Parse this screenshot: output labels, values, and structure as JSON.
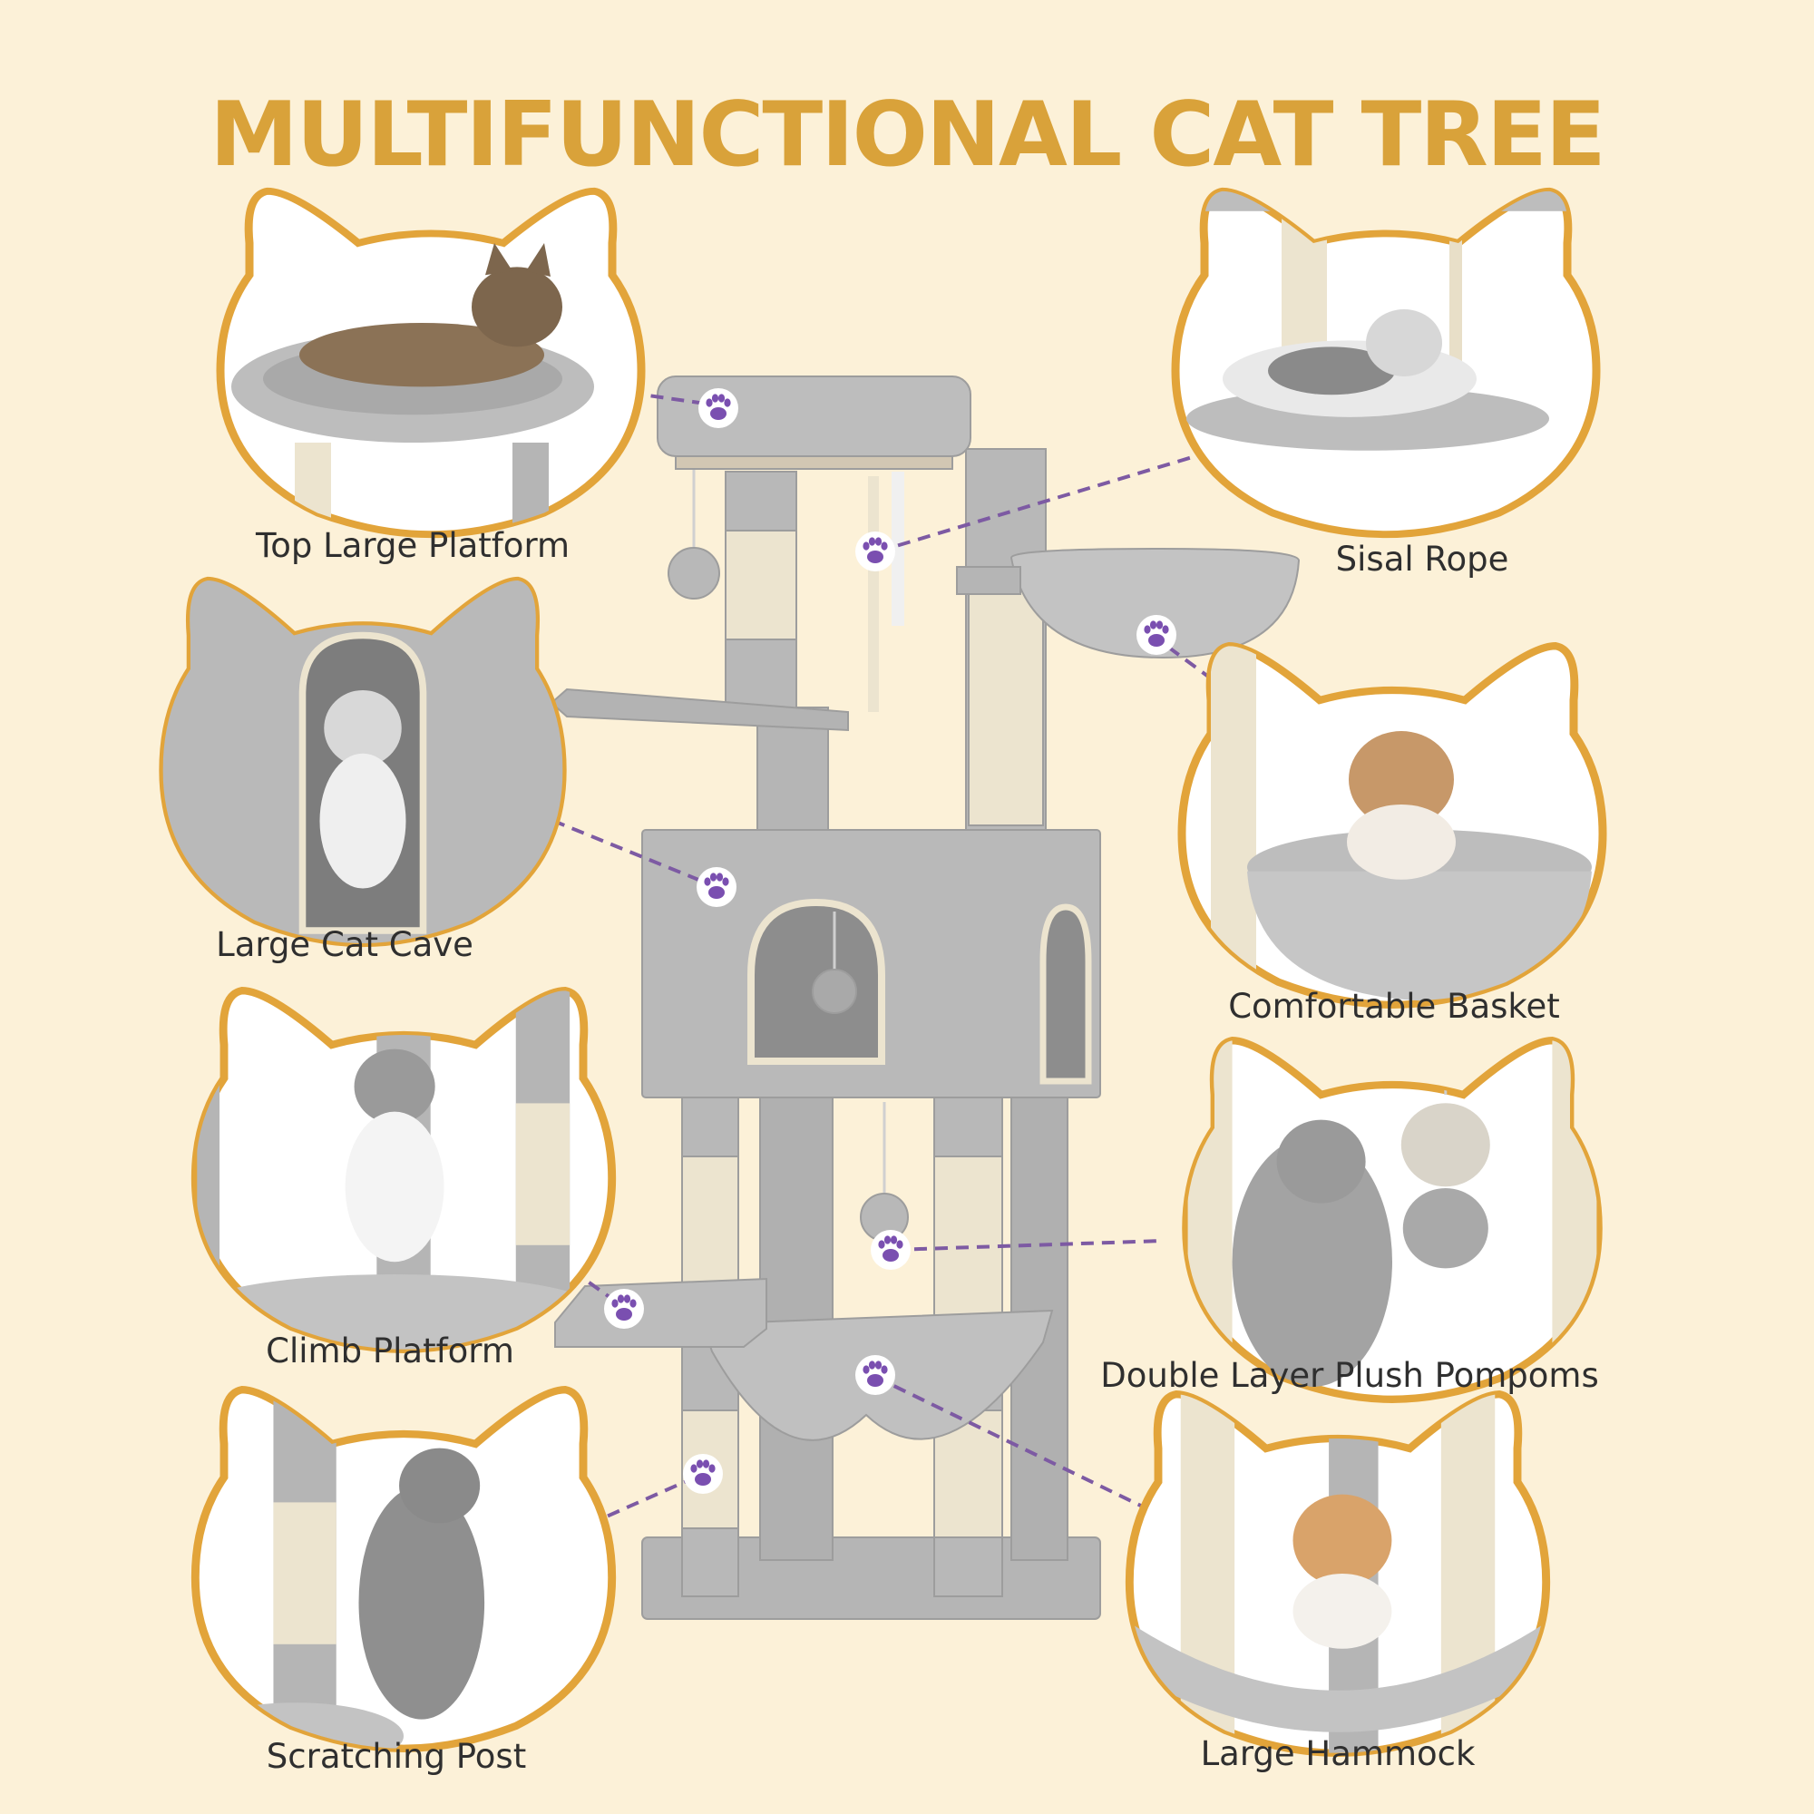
{
  "title": "MULTIFUNCTIONAL CAT TREE",
  "colors": {
    "background": "#fcf1d8",
    "title": "#d9a23a",
    "frame_border": "#e2a43a",
    "plush_gray": "#b9b9b9",
    "sisal": "#ece4cf",
    "paw_purple": "#7a4fb0",
    "connector": "#7d5aa3"
  },
  "features": [
    {
      "label": "Top Large Platform",
      "photo": "cat-lying-on-top-platform"
    },
    {
      "label": "Sisal Rope",
      "photo": "cat-resting-by-sisal-rope"
    },
    {
      "label": "Large Cat Cave",
      "photo": "kitten-in-cave-doorway"
    },
    {
      "label": "Comfortable Basket",
      "photo": "kitten-in-basket"
    },
    {
      "label": "Climb Platform",
      "photo": "kitten-sitting-on-platform"
    },
    {
      "label": "Double Layer Plush Pompoms",
      "photo": "kitten-batting-pompoms"
    },
    {
      "label": "Scratching Post",
      "photo": "kitten-scratching-post"
    },
    {
      "label": "Large Hammock",
      "photo": "cat-in-hammock"
    }
  ],
  "paw_icon": "paw-print-icon"
}
